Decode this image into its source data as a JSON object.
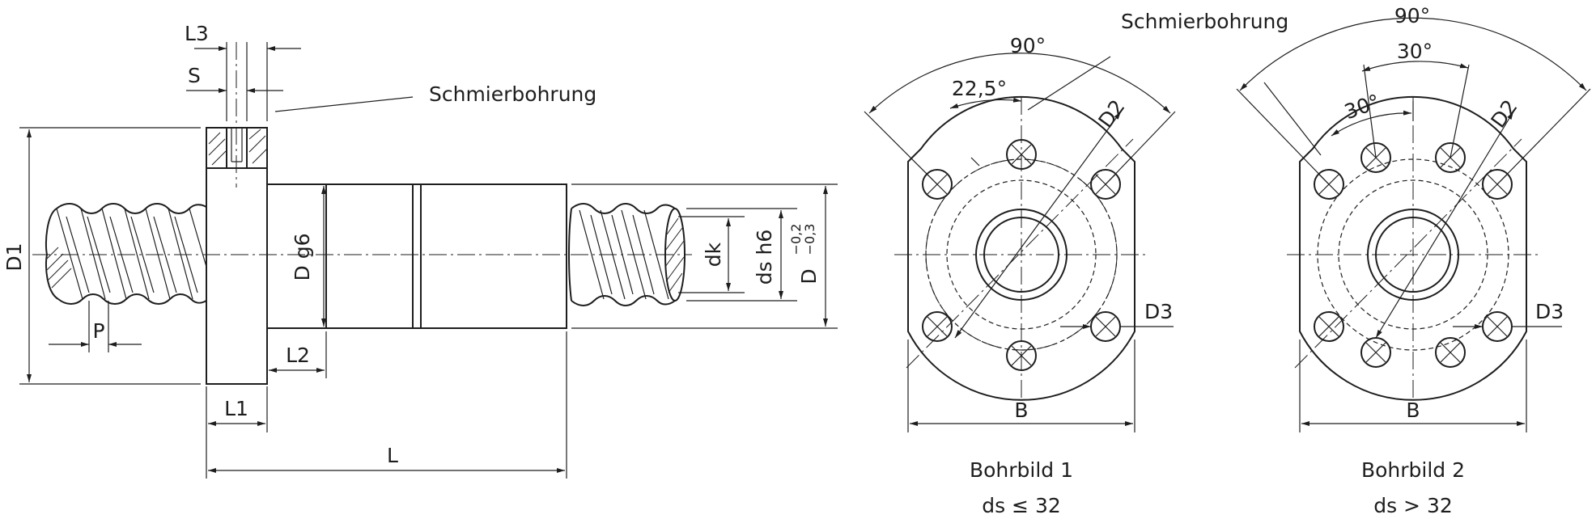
{
  "side_view": {
    "labels": {
      "L3": "L3",
      "S": "S",
      "lube_hole": "Schmierbohrung",
      "D1": "D1",
      "D_g6": "D g6",
      "dk": "dk",
      "ds_h6": "ds h6",
      "D": "D",
      "tol_upper": "−0,2",
      "tol_lower": "−0,3",
      "P": "P",
      "L2": "L2",
      "L1": "L1",
      "L": "L"
    }
  },
  "pattern_1": {
    "angle_outer": "90°",
    "angle_inner": "22,5°",
    "lube_hole": "Schmierbohrung",
    "D2": "D2",
    "D3": "D3",
    "B": "B",
    "caption": "Bohrbild 1",
    "condition": "ds ≤ 32"
  },
  "pattern_2": {
    "angle_outer": "90°",
    "angle_mid": "30°",
    "angle_inner": "30°",
    "D2": "D2",
    "D3": "D3",
    "B": "B",
    "caption": "Bohrbild 2",
    "condition": "ds > 32"
  },
  "colors": {
    "line": "#1e1e1e",
    "background": "#ffffff"
  }
}
